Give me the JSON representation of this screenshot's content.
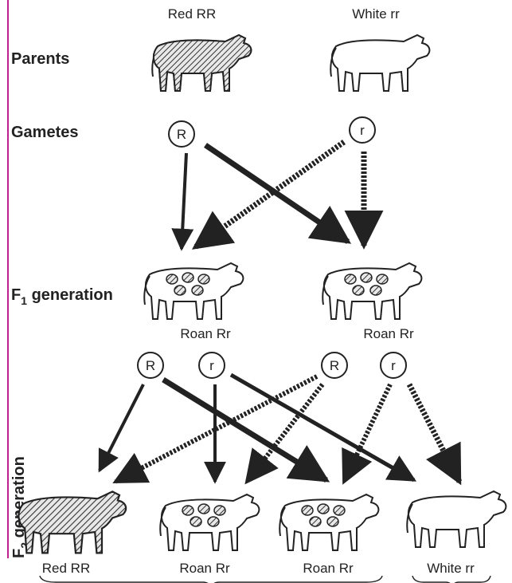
{
  "rows": {
    "parents": "Parents",
    "gametes": "Gametes",
    "f1_prefix": "F",
    "f1_sub": "1",
    "f1_suffix": " generation",
    "f2_prefix": "F",
    "f2_sub": "2",
    "f2_suffix": " generation"
  },
  "parents": [
    {
      "label": "Red RR"
    },
    {
      "label": "White rr"
    }
  ],
  "parent_gametes": [
    "R",
    "r"
  ],
  "f1": [
    {
      "label": "Roan Rr"
    },
    {
      "label": "Roan Rr"
    }
  ],
  "f1_gametes": [
    "R",
    "r",
    "R",
    "r"
  ],
  "f2": [
    {
      "label": "Red RR"
    },
    {
      "label": "Roan Rr"
    },
    {
      "label": "Roan Rr"
    },
    {
      "label": "White rr"
    }
  ],
  "colors": {
    "line": "#222222",
    "accent_border": "#c0208a",
    "red_fill": "#8a8a8a"
  }
}
